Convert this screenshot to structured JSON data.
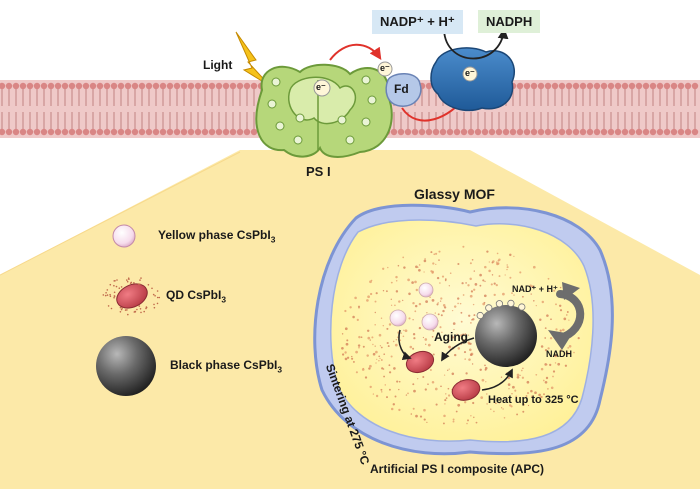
{
  "top": {
    "light_label": "Light",
    "electron_label": "e⁻",
    "fd_label": "Fd",
    "nadp_plus_label": "NADP⁺ + H⁺",
    "nadph_label": "NADPH",
    "ps1_label": "PS I"
  },
  "legend": {
    "items": [
      {
        "name": "Yellow phase CsPbI",
        "subscript": "3",
        "icon": "pale-pink-sphere-icon"
      },
      {
        "name": "QD CsPbI",
        "subscript": "3",
        "icon": "red-quantum-dot-icon"
      },
      {
        "name": "Black phase CsPbI",
        "subscript": "3",
        "icon": "dark-gray-sphere-icon"
      }
    ]
  },
  "composite": {
    "mof_label": "Glassy MOF",
    "sintering_label": "Sintering at 275 °C",
    "aging_label": "Aging",
    "heat_label": "Heat up to 325 °C",
    "nad_plus_label": "NAD⁺ + H⁺",
    "nadh_label": "NADH",
    "caption": "Artificial PS I composite (APC)"
  },
  "colors": {
    "background_fan": "#fce9a8",
    "membrane": "#e7b7b6",
    "ps1_green": "#b6d77a",
    "ferredoxin_blue": "#b5c8e8",
    "enzyme_blue": "#2f6fb0",
    "nadp_box": "#d7e8f5",
    "nadph_box": "#dff0d8",
    "mof_blue": "#7d94d3",
    "composite_fill": "#fff3a6",
    "qd_red": "#d9535c",
    "arrow_red": "#e0322b"
  }
}
